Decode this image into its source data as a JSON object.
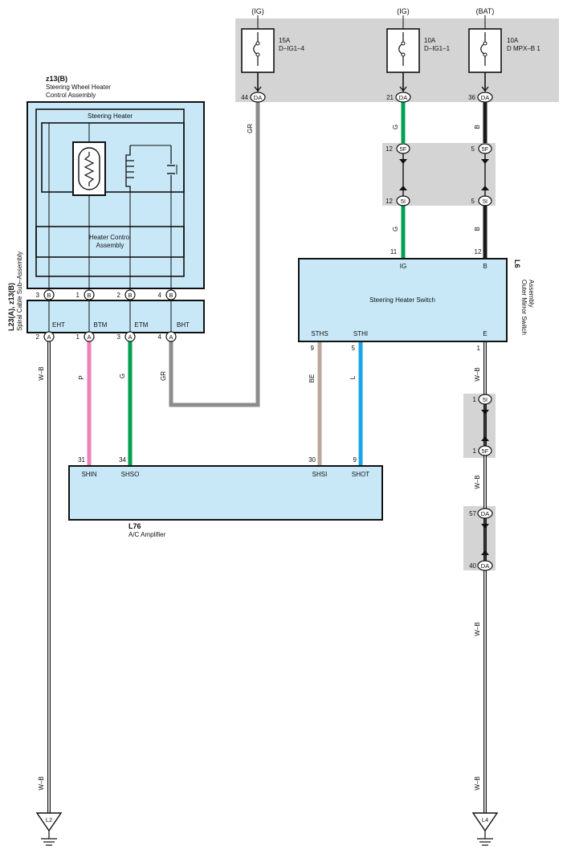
{
  "fuses": [
    {
      "supply": "(IG)",
      "rating": "15A",
      "name": "D–IG1–4",
      "pin": "44",
      "conn": "DA"
    },
    {
      "supply": "(IG)",
      "rating": "10A",
      "name": "D–IG1–1",
      "pin": "21",
      "conn": "DA"
    },
    {
      "supply": "(BAT)",
      "rating": "10A",
      "name": "D MPX–B 1",
      "pin": "36",
      "conn": "DA"
    }
  ],
  "steering_wheel": {
    "id": "z13(B)",
    "title_line1": "Steering Wheel Heater",
    "title_line2": "Control Assembly",
    "heater_label": "Steering Heater",
    "control_line1": "Heater Control",
    "control_line2": "Assembly",
    "pins": [
      {
        "num": "3",
        "conn": "B"
      },
      {
        "num": "1",
        "conn": "B"
      },
      {
        "num": "2",
        "conn": "B"
      },
      {
        "num": "4",
        "conn": "B"
      }
    ]
  },
  "spiral_cable": {
    "id": "L23(A), z13(B)",
    "title": "Spiral Cable Sub–Assembly",
    "terminals": [
      "EHT",
      "BTM",
      "ETM",
      "BHT"
    ],
    "pins": [
      {
        "num": "2",
        "conn": "A"
      },
      {
        "num": "1",
        "conn": "A"
      },
      {
        "num": "3",
        "conn": "A"
      },
      {
        "num": "4",
        "conn": "A"
      }
    ]
  },
  "switch_assy": {
    "id": "L6",
    "title_line1": "Outer Mirror Switch",
    "title_line2": "Assembly",
    "label": "Steering Heater Switch",
    "terminals": {
      "ig": "IG",
      "b": "B",
      "sths": "STHS",
      "sthi": "STHI",
      "e": "E"
    },
    "pins": {
      "ig": "11",
      "b": "12",
      "sths": "9",
      "sthi": "5",
      "e": "1"
    }
  },
  "amplifier": {
    "id": "L76",
    "title": "A/C Amplifier",
    "terminals": {
      "shin": "SHIN",
      "shso": "SHSO",
      "shsi": "SHSI",
      "shot": "SHOT"
    },
    "pins": {
      "shin": "31",
      "shso": "34",
      "shsi": "30",
      "shot": "9"
    }
  },
  "wires": {
    "gr": "GR",
    "g": "G",
    "b": "B",
    "p": "P",
    "be": "BE",
    "l": "L",
    "wb": "W–B"
  },
  "junctions": {
    "j1_top": {
      "num": "12",
      "conn": "5F"
    },
    "j1_bot": {
      "num": "12",
      "conn": "5I"
    },
    "j2_top": {
      "num": "5",
      "conn": "5F"
    },
    "j2_bot": {
      "num": "5",
      "conn": "5I"
    },
    "j3_top": {
      "num": "1",
      "conn": "5I"
    },
    "j3_bot": {
      "num": "1",
      "conn": "5F"
    },
    "j4_top": {
      "num": "57",
      "conn": "DA"
    },
    "j4_bot": {
      "num": "40",
      "conn": "DA"
    }
  },
  "grounds": [
    "L2",
    "L4"
  ],
  "colors": {
    "box_fill": "#c8e8f8",
    "gray_zone": "#d4d4d4",
    "wire_gr": "#8c8c8c",
    "wire_g": "#00a050",
    "wire_b": "#1a1a1a",
    "wire_p": "#ee82b8",
    "wire_be": "#bba898",
    "wire_l": "#1aa6e6"
  }
}
